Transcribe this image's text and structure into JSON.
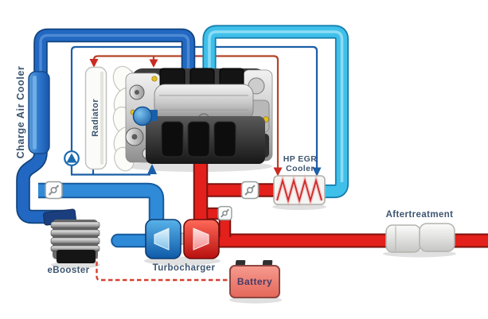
{
  "diagram": {
    "type": "engine-air-and-coolant-system-schematic",
    "labels": {
      "charge_air_cooler": "Charge Air Cooler",
      "radiator": "Radiator",
      "ebooster": "eBooster",
      "turbocharger": "Turbocharger",
      "battery": "Battery",
      "hp_egr_cooler_line1": "HP EGR",
      "hp_egr_cooler_line2": "Cooler",
      "aftertreatment": "Aftertreatment"
    },
    "components": [
      {
        "name": "charge-air-cooler",
        "kind": "cooler-segment-on-dark-blue-pipe"
      },
      {
        "name": "radiator",
        "kind": "heat-exchanger"
      },
      {
        "name": "cooling-fan",
        "kind": "fan"
      },
      {
        "name": "engine",
        "kind": "diesel-engine-photo"
      },
      {
        "name": "coolant-pump",
        "kind": "pump-icon"
      },
      {
        "name": "hp-egr-cooler",
        "kind": "heat-exchanger-zigzag"
      },
      {
        "name": "turbocharger",
        "kind": "compressor-and-turbine"
      },
      {
        "name": "ebooster",
        "kind": "electric-compressor"
      },
      {
        "name": "battery",
        "kind": "battery"
      },
      {
        "name": "aftertreatment",
        "kind": "exhaust-aftertreatment"
      },
      {
        "name": "valve",
        "kind": "valve-icon",
        "count": 3
      }
    ],
    "colors": {
      "background": "#ffffff",
      "dark_blue_pipe": "#2268c2",
      "dark_blue_pipe_outline": "#11447e",
      "bright_blue_pipe": "#2f8ad8",
      "cyan_pipe": "#3fc0ea",
      "cyan_pipe_outline": "#157fae",
      "red_pipe": "#e3201b",
      "red_pipe_outline": "#7d120e",
      "coolant_cold_line": "#1b5fa8",
      "coolant_hot_line": "#b5452a",
      "battery_fill": "#ee8176",
      "battery_border": "#8d4540",
      "battery_dashed_wire": "#d44030",
      "label_text": "#3d5570"
    }
  }
}
